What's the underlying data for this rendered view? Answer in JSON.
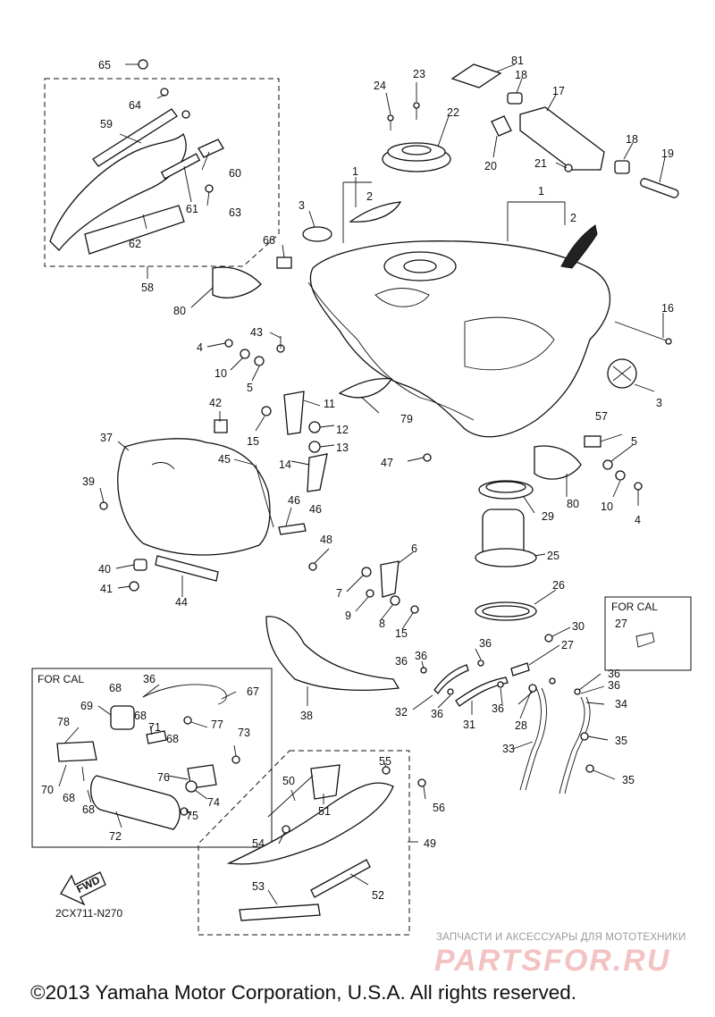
{
  "diagram": {
    "drawing_code": "2CX711-N270",
    "for_cal_label_left": "FOR CAL",
    "for_cal_label_right": "FOR CAL",
    "fwd_label": "FWD",
    "callouts": [
      {
        "id": "c1",
        "text": "1"
      },
      {
        "id": "c1b",
        "text": "1"
      },
      {
        "id": "c2",
        "text": "2"
      },
      {
        "id": "c2b",
        "text": "2"
      },
      {
        "id": "c3",
        "text": "3"
      },
      {
        "id": "c3b",
        "text": "3"
      },
      {
        "id": "c4",
        "text": "4"
      },
      {
        "id": "c4b",
        "text": "4"
      },
      {
        "id": "c5",
        "text": "5"
      },
      {
        "id": "c5b",
        "text": "5"
      },
      {
        "id": "c6",
        "text": "6"
      },
      {
        "id": "c7",
        "text": "7"
      },
      {
        "id": "c8",
        "text": "8"
      },
      {
        "id": "c9",
        "text": "9"
      },
      {
        "id": "c10",
        "text": "10"
      },
      {
        "id": "c10b",
        "text": "10"
      },
      {
        "id": "c11",
        "text": "11"
      },
      {
        "id": "c12",
        "text": "12"
      },
      {
        "id": "c13",
        "text": "13"
      },
      {
        "id": "c14",
        "text": "14"
      },
      {
        "id": "c15",
        "text": "15"
      },
      {
        "id": "c15b",
        "text": "15"
      },
      {
        "id": "c16",
        "text": "16"
      },
      {
        "id": "c17",
        "text": "17"
      },
      {
        "id": "c18",
        "text": "18"
      },
      {
        "id": "c18b",
        "text": "18"
      },
      {
        "id": "c19",
        "text": "19"
      },
      {
        "id": "c20",
        "text": "20"
      },
      {
        "id": "c21",
        "text": "21"
      },
      {
        "id": "c22",
        "text": "22"
      },
      {
        "id": "c23",
        "text": "23"
      },
      {
        "id": "c24",
        "text": "24"
      },
      {
        "id": "c25",
        "text": "25"
      },
      {
        "id": "c26",
        "text": "26"
      },
      {
        "id": "c27",
        "text": "27"
      },
      {
        "id": "c27b",
        "text": "27"
      },
      {
        "id": "c28",
        "text": "28"
      },
      {
        "id": "c29",
        "text": "29"
      },
      {
        "id": "c30",
        "text": "30"
      },
      {
        "id": "c31",
        "text": "31"
      },
      {
        "id": "c32",
        "text": "32"
      },
      {
        "id": "c33",
        "text": "33"
      },
      {
        "id": "c34",
        "text": "34"
      },
      {
        "id": "c35",
        "text": "35"
      },
      {
        "id": "c35b",
        "text": "35"
      },
      {
        "id": "c36a",
        "text": "36"
      },
      {
        "id": "c36b",
        "text": "36"
      },
      {
        "id": "c36c",
        "text": "36"
      },
      {
        "id": "c36d",
        "text": "36"
      },
      {
        "id": "c36e",
        "text": "36"
      },
      {
        "id": "c36f",
        "text": "36"
      },
      {
        "id": "c36g",
        "text": "36"
      },
      {
        "id": "c36h",
        "text": "36"
      },
      {
        "id": "c37",
        "text": "37"
      },
      {
        "id": "c38",
        "text": "38"
      },
      {
        "id": "c39",
        "text": "39"
      },
      {
        "id": "c40",
        "text": "40"
      },
      {
        "id": "c41",
        "text": "41"
      },
      {
        "id": "c42",
        "text": "42"
      },
      {
        "id": "c43",
        "text": "43"
      },
      {
        "id": "c44",
        "text": "44"
      },
      {
        "id": "c45",
        "text": "45"
      },
      {
        "id": "c46",
        "text": "46"
      },
      {
        "id": "c46b",
        "text": "46"
      },
      {
        "id": "c47",
        "text": "47"
      },
      {
        "id": "c48",
        "text": "48"
      },
      {
        "id": "c49",
        "text": "49"
      },
      {
        "id": "c50",
        "text": "50"
      },
      {
        "id": "c51",
        "text": "51"
      },
      {
        "id": "c52",
        "text": "52"
      },
      {
        "id": "c53",
        "text": "53"
      },
      {
        "id": "c54",
        "text": "54"
      },
      {
        "id": "c55",
        "text": "55"
      },
      {
        "id": "c56",
        "text": "56"
      },
      {
        "id": "c57",
        "text": "57"
      },
      {
        "id": "c58",
        "text": "58"
      },
      {
        "id": "c59",
        "text": "59"
      },
      {
        "id": "c60",
        "text": "60"
      },
      {
        "id": "c61",
        "text": "61"
      },
      {
        "id": "c62",
        "text": "62"
      },
      {
        "id": "c63",
        "text": "63"
      },
      {
        "id": "c64",
        "text": "64"
      },
      {
        "id": "c65",
        "text": "65"
      },
      {
        "id": "c66",
        "text": "66"
      },
      {
        "id": "c67",
        "text": "67"
      },
      {
        "id": "c68a",
        "text": "68"
      },
      {
        "id": "c68b",
        "text": "68"
      },
      {
        "id": "c68c",
        "text": "68"
      },
      {
        "id": "c68d",
        "text": "68"
      },
      {
        "id": "c68e",
        "text": "68"
      },
      {
        "id": "c69",
        "text": "69"
      },
      {
        "id": "c70",
        "text": "70"
      },
      {
        "id": "c71",
        "text": "71"
      },
      {
        "id": "c72",
        "text": "72"
      },
      {
        "id": "c73",
        "text": "73"
      },
      {
        "id": "c74",
        "text": "74"
      },
      {
        "id": "c75",
        "text": "75"
      },
      {
        "id": "c76",
        "text": "76"
      },
      {
        "id": "c77",
        "text": "77"
      },
      {
        "id": "c78",
        "text": "78"
      },
      {
        "id": "c79",
        "text": "79"
      },
      {
        "id": "c80",
        "text": "80"
      },
      {
        "id": "c80b",
        "text": "80"
      },
      {
        "id": "c81",
        "text": "81"
      }
    ]
  },
  "watermark": {
    "caption": "ЗАПЧАСТИ И АКСЕССУАРЫ ДЛЯ МОТОТЕХНИКИ",
    "logo_text": "PARTSFOR.RU"
  },
  "footer": {
    "copyright": "©2013 Yamaha Motor Corporation, U.S.A. All rights reserved."
  }
}
